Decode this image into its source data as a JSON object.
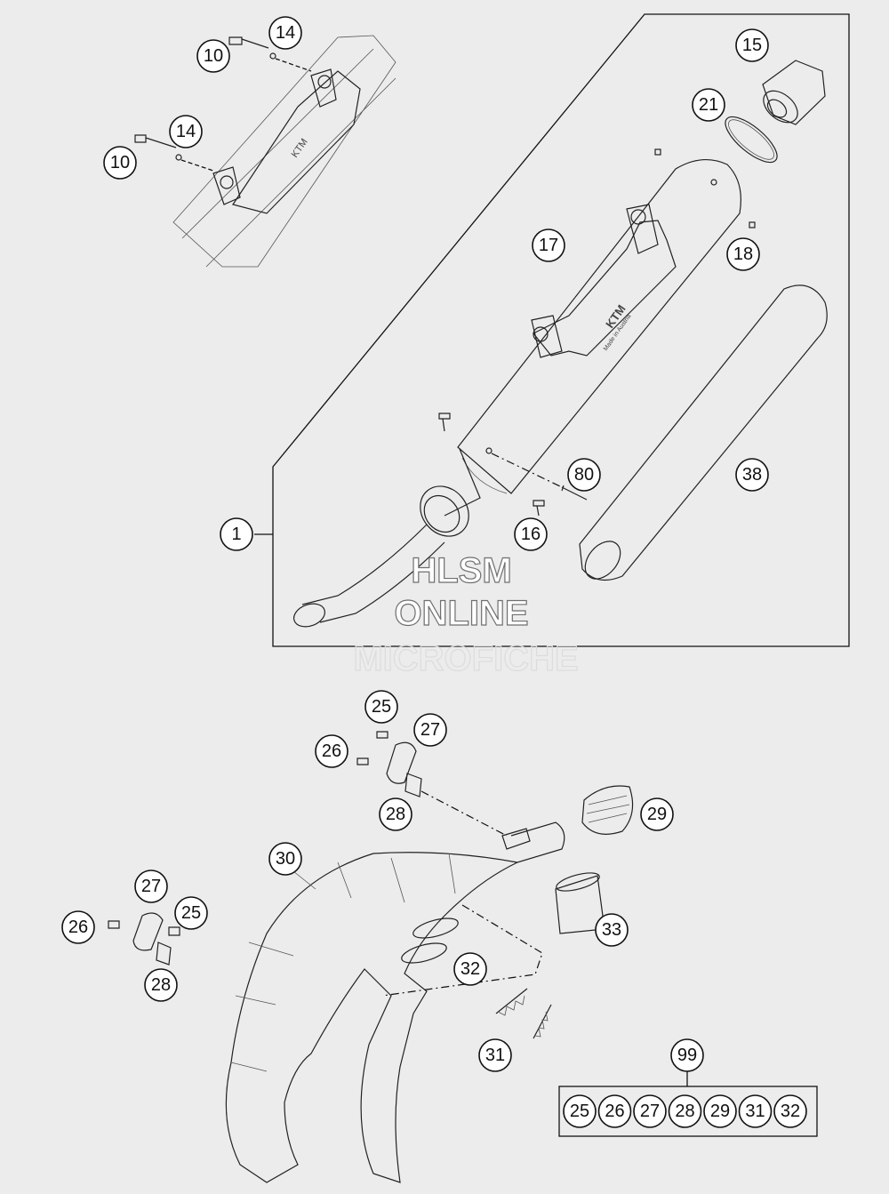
{
  "callouts": {
    "c10a": "10",
    "c14a": "14",
    "c10b": "10",
    "c14b": "14",
    "c15": "15",
    "c21": "21",
    "c17": "17",
    "c18": "18",
    "c80": "80",
    "c38": "38",
    "c1": "1",
    "c16": "16",
    "c25a": "25",
    "c27a": "27",
    "c26a": "26",
    "c28a": "28",
    "c29": "29",
    "c30": "30",
    "c27b": "27",
    "c25b": "25",
    "c26b": "26",
    "c28b": "28",
    "c33": "33",
    "c32": "32",
    "c31": "31",
    "c99": "99"
  },
  "kit_99": [
    "25",
    "26",
    "27",
    "28",
    "29",
    "31",
    "32"
  ],
  "watermark": {
    "line1": "HLSM",
    "line2": "ONLINE",
    "line3": "MICROFICHE"
  },
  "stamp": {
    "brand": "KTM",
    "made_in": "Made in Austria"
  }
}
